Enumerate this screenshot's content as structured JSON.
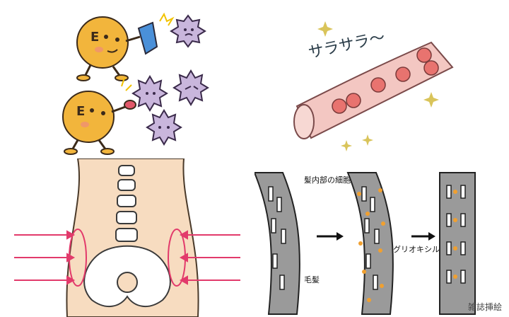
{
  "illustrations": {
    "top_right": {
      "onomatopoeia": "サラサラ〜"
    },
    "bottom_right": {
      "label_inner_cell": "髪内部の細胞",
      "label_hair": "毛髪",
      "label_acid": "グリオキシル酸"
    }
  },
  "credit": "雑誌挿絵",
  "colors": {
    "mascot": "#f2b53c",
    "virus": "#c9b6dc",
    "vessel": "#f3c7c2",
    "cell": "#e8736f",
    "skin": "#f7dcc0",
    "arrow": "#e23a6b",
    "granule": "#f0a030"
  }
}
